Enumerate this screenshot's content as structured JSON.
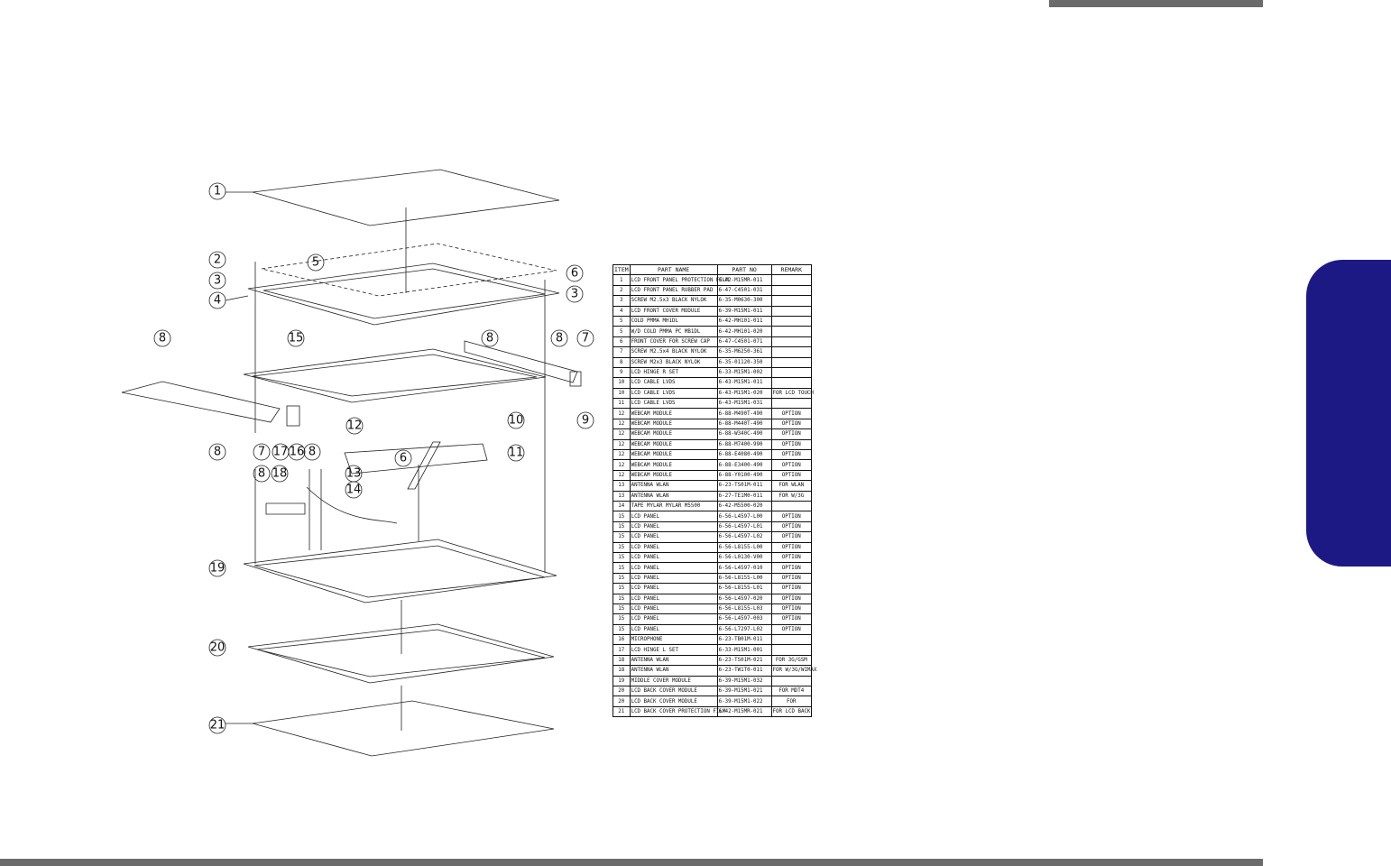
{
  "table": {
    "headers": [
      "ITEM",
      "PART NAME",
      "PART NO",
      "REMARK"
    ],
    "rows": [
      {
        "item": "1",
        "name": "LCD FRONT PANEL PROTECTION FILM",
        "part_no": "6-42-M15MR-011",
        "remark": ""
      },
      {
        "item": "2",
        "name": "LCD FRONT PANEL RUBBER PAD",
        "part_no": "6-47-C4501-031",
        "remark": ""
      },
      {
        "item": "3",
        "name": "SCREW M2.5x3 BLACK NYLOK",
        "part_no": "6-35-M0630-300",
        "remark": ""
      },
      {
        "item": "4",
        "name": "LCD FRONT COVER MODULE",
        "part_no": "6-39-M15M1-011",
        "remark": ""
      },
      {
        "item": "5",
        "name": "COLD PMMA MH1DL",
        "part_no": "6-42-MH101-011",
        "remark": ""
      },
      {
        "item": "5",
        "name": "W/D COLD PMMA PC MB1DL",
        "part_no": "6-42-MH101-020",
        "remark": ""
      },
      {
        "item": "6",
        "name": "FRONT COVER FOR SCREW CAP",
        "part_no": "6-47-C4501-071",
        "remark": ""
      },
      {
        "item": "7",
        "name": "SCREW M2.5x4 BLACK NYLOK",
        "part_no": "6-35-M6250-361",
        "remark": ""
      },
      {
        "item": "8",
        "name": "SCREW M2x3 BLACK NYLOK",
        "part_no": "6-35-01120-350",
        "remark": ""
      },
      {
        "item": "9",
        "name": "LCD HINGE R SET",
        "part_no": "6-33-M15M1-002",
        "remark": ""
      },
      {
        "item": "10",
        "name": "LCD CABLE LVDS",
        "part_no": "6-43-M15M1-011",
        "remark": ""
      },
      {
        "item": "10",
        "name": "LCD CABLE LVDS",
        "part_no": "6-43-M15M1-020",
        "remark": "FOR LCD TOUCH"
      },
      {
        "item": "11",
        "name": "LCD CABLE LVDS",
        "part_no": "6-43-M15M1-031",
        "remark": ""
      },
      {
        "item": "12",
        "name": "WEBCAM MODULE",
        "part_no": "6-88-M490T-490",
        "remark": "OPTION"
      },
      {
        "item": "12",
        "name": "WEBCAM MODULE",
        "part_no": "6-88-M440T-490",
        "remark": "OPTION"
      },
      {
        "item": "12",
        "name": "WEBCAM MODULE",
        "part_no": "6-88-W340C-490",
        "remark": "OPTION"
      },
      {
        "item": "12",
        "name": "WEBCAM MODULE",
        "part_no": "6-88-M7400-990",
        "remark": "OPTION"
      },
      {
        "item": "12",
        "name": "WEBCAM MODULE",
        "part_no": "6-88-E4080-490",
        "remark": "OPTION"
      },
      {
        "item": "12",
        "name": "WEBCAM MODULE",
        "part_no": "6-88-E3400-490",
        "remark": "OPTION"
      },
      {
        "item": "12",
        "name": "WEBCAM MODULE",
        "part_no": "6-88-Y0100-490",
        "remark": "OPTION"
      },
      {
        "item": "13",
        "name": "ANTENNA WLAN",
        "part_no": "6-23-TS01M-011",
        "remark": "FOR WLAN"
      },
      {
        "item": "13",
        "name": "ANTENNA WLAN",
        "part_no": "6-27-TE1M0-011",
        "remark": "FOR W/3G"
      },
      {
        "item": "14",
        "name": "TAPE MYLAR MYLAR M5500",
        "part_no": "6-42-M5500-020",
        "remark": ""
      },
      {
        "item": "15",
        "name": "LCD PANEL",
        "part_no": "6-56-L4597-L00",
        "remark": "OPTION"
      },
      {
        "item": "15",
        "name": "LCD PANEL",
        "part_no": "6-56-L4597-L01",
        "remark": "OPTION"
      },
      {
        "item": "15",
        "name": "LCD PANEL",
        "part_no": "6-56-L4597-L02",
        "remark": "OPTION"
      },
      {
        "item": "15",
        "name": "LCD PANEL",
        "part_no": "6-56-L8155-L00",
        "remark": "OPTION"
      },
      {
        "item": "15",
        "name": "LCD PANEL",
        "part_no": "6-56-L0130-V00",
        "remark": "OPTION"
      },
      {
        "item": "15",
        "name": "LCD PANEL",
        "part_no": "6-56-L4597-010",
        "remark": "OPTION"
      },
      {
        "item": "15",
        "name": "LCD PANEL",
        "part_no": "6-56-L8155-L00",
        "remark": "OPTION"
      },
      {
        "item": "15",
        "name": "LCD PANEL",
        "part_no": "6-56-L8155-L01",
        "remark": "OPTION"
      },
      {
        "item": "15",
        "name": "LCD PANEL",
        "part_no": "6-56-L4597-020",
        "remark": "OPTION"
      },
      {
        "item": "15",
        "name": "LCD PANEL",
        "part_no": "6-56-L8155-L03",
        "remark": "OPTION"
      },
      {
        "item": "15",
        "name": "LCD PANEL",
        "part_no": "6-56-L4597-003",
        "remark": "OPTION"
      },
      {
        "item": "15",
        "name": "LCD PANEL",
        "part_no": "6-56-L7297-L02",
        "remark": "OPTION"
      },
      {
        "item": "16",
        "name": "MICROPHONE",
        "part_no": "6-23-TB01M-011",
        "remark": ""
      },
      {
        "item": "17",
        "name": "LCD HINGE L SET",
        "part_no": "6-33-M15M1-001",
        "remark": ""
      },
      {
        "item": "18",
        "name": "ANTENNA WLAN",
        "part_no": "6-23-TS01M-021",
        "remark": "FOR 3G/GSM"
      },
      {
        "item": "18",
        "name": "ANTENNA WLAN",
        "part_no": "6-23-TW1T0-011",
        "remark": "FOR W/3G/WIMAX"
      },
      {
        "item": "19",
        "name": "MIDDLE COVER MODULE",
        "part_no": "6-39-M15M1-032",
        "remark": ""
      },
      {
        "item": "20",
        "name": "LCD BACK COVER MODULE",
        "part_no": "6-39-M15M1-021",
        "remark": "FOR MDT4"
      },
      {
        "item": "20",
        "name": "LCD BACK COVER MODULE",
        "part_no": "6-39-M15M1-022",
        "remark": "FOR"
      },
      {
        "item": "21",
        "name": "LCD BACK COVER PROTECTION FILM",
        "part_no": "6-42-M15MR-021",
        "remark": "FOR LCD BACK"
      }
    ]
  },
  "callouts": [
    "1",
    "2",
    "3",
    "5",
    "6",
    "3",
    "4",
    "8",
    "15",
    "8",
    "8",
    "7",
    "12",
    "10",
    "8",
    "7",
    "17",
    "16",
    "8",
    "6",
    "11",
    "13",
    "14",
    "8",
    "18",
    "9",
    "19",
    "20",
    "21"
  ]
}
